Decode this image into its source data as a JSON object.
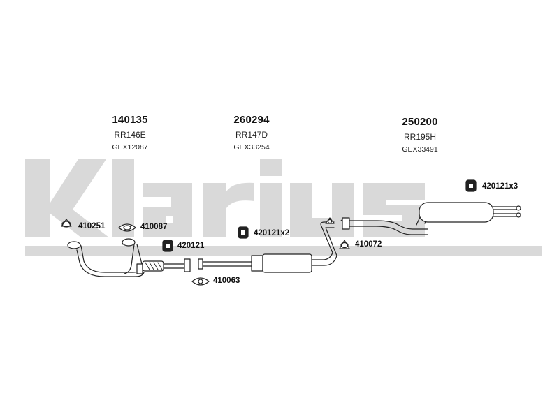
{
  "watermark": {
    "text": "Klarius",
    "color": "#d9d9d9"
  },
  "parts": [
    {
      "number": "140135",
      "ref": "RR146E",
      "gex": "GEX12087"
    },
    {
      "number": "260294",
      "ref": "RR147D",
      "gex": "GEX33254"
    },
    {
      "number": "250200",
      "ref": "RR195H",
      "gex": "GEX33491"
    }
  ],
  "fittings": [
    {
      "label": "410251",
      "icon": "gasket-icon"
    },
    {
      "label": "410087",
      "icon": "gasket-icon"
    },
    {
      "label": "420121",
      "icon": "rubber-hanger-icon"
    },
    {
      "label": "420121x2",
      "icon": "rubber-hanger-icon"
    },
    {
      "label": "410072",
      "icon": "gasket-icon"
    },
    {
      "label": "420121x3",
      "icon": "rubber-hanger-icon"
    },
    {
      "label": "410063",
      "icon": "gasket-icon"
    }
  ]
}
